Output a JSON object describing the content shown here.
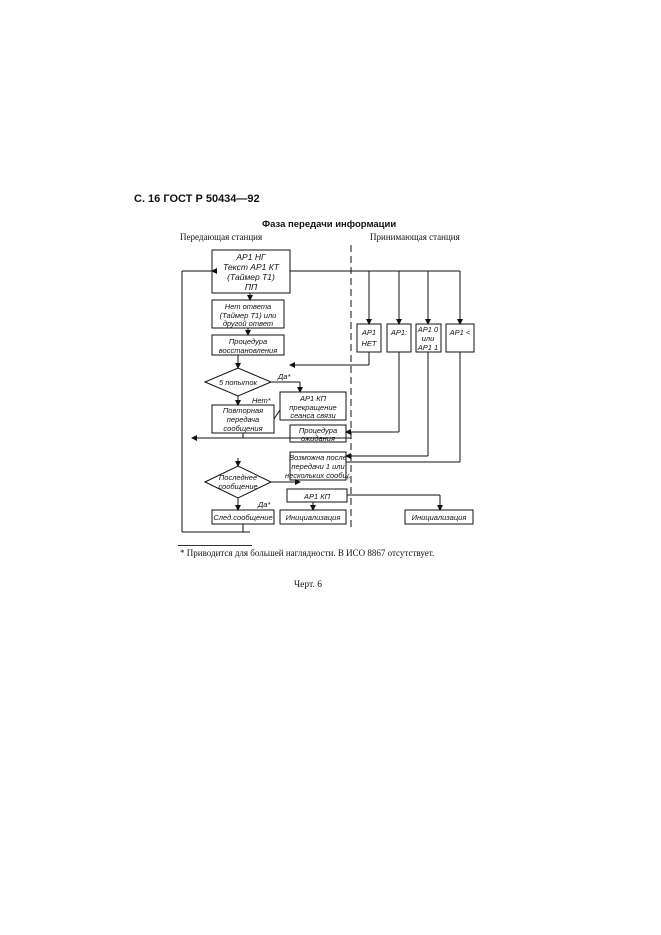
{
  "page": {
    "header": "С. 16 ГОСТ Р 50434—92",
    "title": "Фаза передачи информации",
    "left_station": "Передающая станция",
    "right_station": "Принимающая станция",
    "footnote": "* Приводится для большей наглядности. В ИСО 8867 отсутствует.",
    "caption": "Черт. 6"
  },
  "diagram": {
    "box_start": [
      "АР1 НГ",
      "Текст АР1 КТ",
      "(Таймер Т1)",
      "ПП"
    ],
    "box_no_answer": [
      "Нет ответа",
      "(Таймер Т1) или",
      "другой ответ"
    ],
    "box_recovery": [
      "Процедура",
      "восстановления"
    ],
    "dec_five": "5 попыток",
    "dec_five_yes": "Да*",
    "dec_five_no": "Нет*",
    "box_repeat": [
      "Повторная",
      "передача",
      "сообщения"
    ],
    "box_ap1kp_top": [
      "АР1 КП",
      "прекращение",
      "сеанса связи"
    ],
    "box_wait": [
      "Процедура",
      "ожидания"
    ],
    "rx_box_1": [
      "АР1",
      "НЕТ"
    ],
    "rx_box_2": "АР1:",
    "rx_box_3": [
      "АР1 0",
      "или",
      "АР1 1"
    ],
    "rx_box_4": "АР1 <",
    "box_possible": [
      "Возможна после",
      "передачи 1 или",
      "нескольких сообщ."
    ],
    "dec_last": [
      "Последнее",
      "сообщение"
    ],
    "dec_last_yes": "Да*",
    "box_ap1kp_bottom": "АР1 КП",
    "box_next": "След.сообщение",
    "box_init_left": "Инициализация",
    "box_init_right": "Инициализация"
  }
}
